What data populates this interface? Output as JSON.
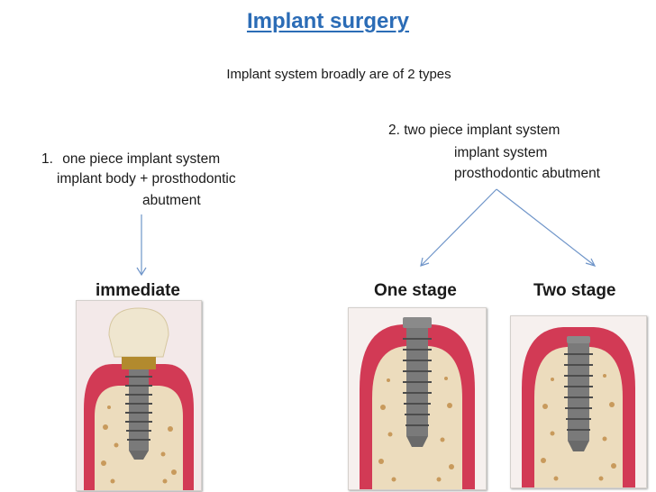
{
  "title": "Implant surgery",
  "subtitle": "Implant system broadly are of 2 types",
  "one_piece": {
    "number": "1.",
    "heading": "one piece implant system",
    "line2": "implant body + prosthodontic",
    "line3": "abutment",
    "stage_label": "immediate"
  },
  "two_piece": {
    "heading": "2. two piece implant system",
    "line2": "implant system",
    "line3": "prosthodontic abutment",
    "stage_labels": [
      "One stage",
      "Two stage"
    ]
  },
  "colors": {
    "title": "#2b6cb6",
    "arrow": "#6f95c9",
    "gum": "#d23a55",
    "bone": "#e9d6b4",
    "implant": "#7a7a7a"
  },
  "icons": [
    "arrow-down-icon",
    "branch-arrow-icon"
  ]
}
